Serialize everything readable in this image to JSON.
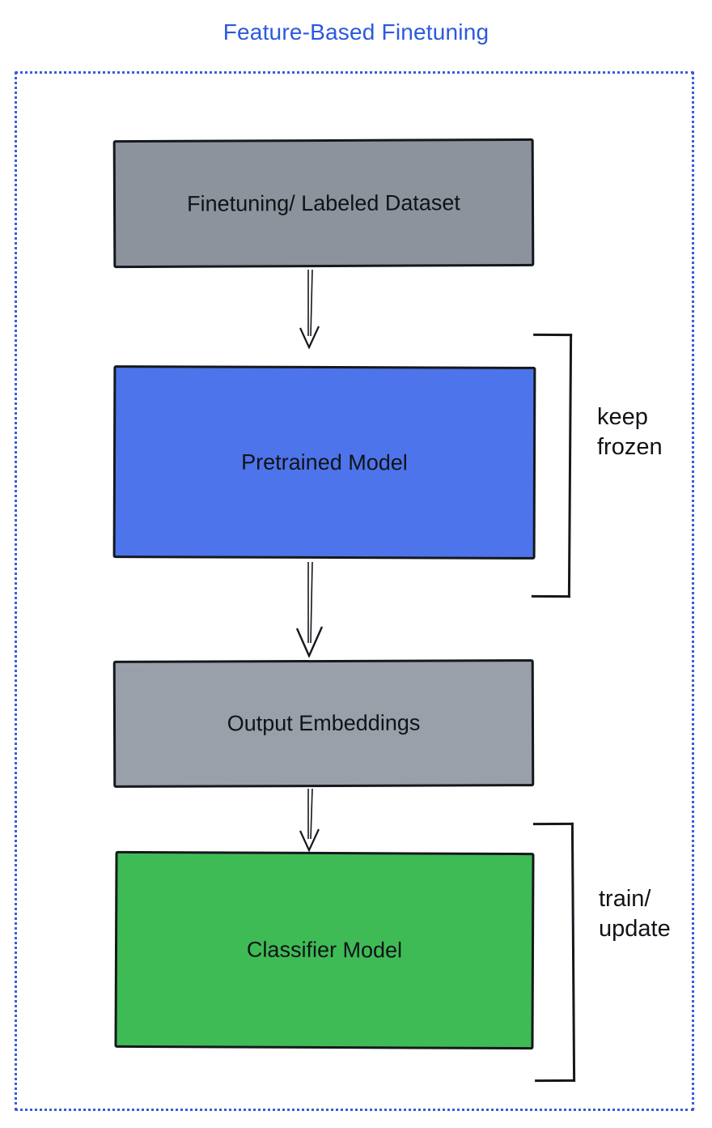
{
  "title": "Feature-Based Finetuning",
  "colors": {
    "title_text": "#2b59e0",
    "frame_border": "#3b5bdb",
    "outline_stroke": "#15181c",
    "dataset_fill": "#8d939c",
    "pretrained_fill": "#4d74ea",
    "embeddings_fill": "#9aa0a9",
    "classifier_fill": "#3fbb56"
  },
  "diagram": {
    "nodes": [
      {
        "id": "dataset",
        "label": "Finetuning/ Labeled Dataset",
        "fill": "#8d939c"
      },
      {
        "id": "pretrained",
        "label": "Pretrained Model",
        "fill": "#4d74ea"
      },
      {
        "id": "embeddings",
        "label": "Output Embeddings",
        "fill": "#9aa0a9"
      },
      {
        "id": "classifier",
        "label": "Classifier Model",
        "fill": "#3fbb56"
      }
    ],
    "annotations": [
      {
        "id": "keep-frozen",
        "label": "keep frozen",
        "attached_to": "pretrained"
      },
      {
        "id": "train-update",
        "label": "train/ update",
        "attached_to": "classifier"
      }
    ],
    "edges": [
      {
        "from": "dataset",
        "to": "pretrained"
      },
      {
        "from": "pretrained",
        "to": "embeddings"
      },
      {
        "from": "embeddings",
        "to": "classifier"
      }
    ]
  }
}
